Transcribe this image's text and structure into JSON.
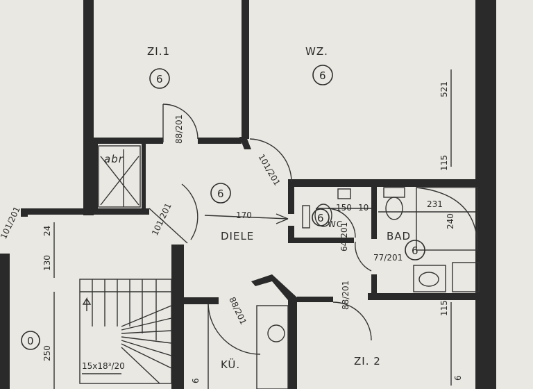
{
  "rooms": {
    "zi1": {
      "label": "ZI.1",
      "marker": "6"
    },
    "wz": {
      "label": "WZ.",
      "marker": "6"
    },
    "abr": {
      "label": "abr"
    },
    "diele": {
      "label": "DIELE",
      "marker": "6"
    },
    "wc": {
      "label": "WC",
      "marker": "6"
    },
    "bad": {
      "label": "BAD",
      "marker": "6"
    },
    "kue": {
      "label": "KÜ."
    },
    "zi2": {
      "label": "ZI. 2"
    },
    "stair_room": {
      "marker": "0"
    }
  },
  "dimensions": {
    "door_zi1": "88/201",
    "door_wz": "101/201",
    "diele_length": "170",
    "diele_door": "101/201",
    "entry_door": "101/201",
    "stair_room_width": "130",
    "stair_room_small": "24",
    "stair_room_height": "250",
    "wc_width": "150",
    "wc_depth": "10",
    "wc_door": "64/201",
    "bad_width": "231",
    "bad_depth": "240",
    "bad_door": "77/201",
    "kue_door": "88/201",
    "zi2_door": "88/201",
    "wz_depth": "521",
    "wz_small": "115",
    "zi2_small": "115",
    "zi2_edge": "6",
    "kue_edge": "6",
    "stairs": "15x18³/20"
  }
}
